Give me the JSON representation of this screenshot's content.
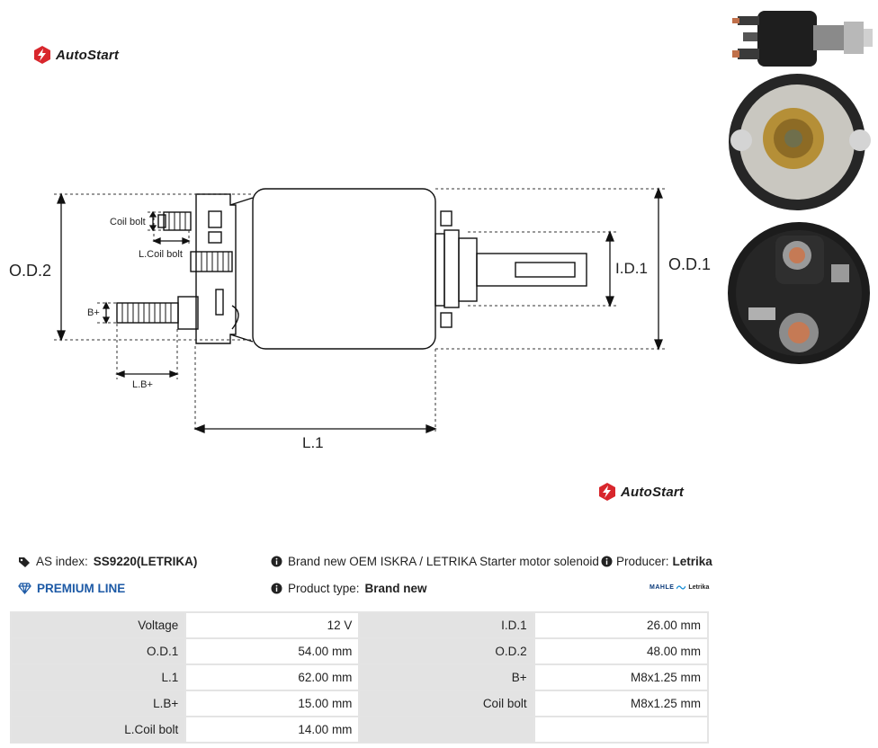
{
  "brand": {
    "name": "AutoStart"
  },
  "drawing": {
    "labels": {
      "od2": "O.D.2",
      "od1": "O.D.1",
      "id1": "I.D.1",
      "l1": "L.1",
      "lb": "L.B+",
      "bplus": "B+",
      "coil_bolt": "Coil bolt",
      "l_coil_bolt": "L.Coil bolt"
    }
  },
  "product": {
    "as_index_label": "AS index:",
    "as_index_value": "SS9220(LETRIKA)",
    "description": "Brand new OEM ISKRA / LETRIKA Starter motor solenoid",
    "producer_label": "Producer:",
    "producer_value": "Letrika",
    "premium_line": "PREMIUM LINE",
    "type_label": "Product type:",
    "type_value": "Brand new",
    "producer_logo_a": "MAHLE",
    "producer_logo_b": "Letrika"
  },
  "specs": [
    {
      "l1": "Voltage",
      "v1": "12 V",
      "l2": "I.D.1",
      "v2": "26.00 mm"
    },
    {
      "l1": "O.D.1",
      "v1": "54.00 mm",
      "l2": "O.D.2",
      "v2": "48.00 mm"
    },
    {
      "l1": "L.1",
      "v1": "62.00 mm",
      "l2": "B+",
      "v2": "M8x1.25 mm"
    },
    {
      "l1": "L.B+",
      "v1": "15.00 mm",
      "l2": "Coil bolt",
      "v2": "M8x1.25 mm"
    },
    {
      "l1": "L.Coil bolt",
      "v1": "14.00 mm",
      "l2": "",
      "v2": ""
    }
  ],
  "colors": {
    "logo_red": "#d8262c",
    "premium_blue": "#1d5aa6",
    "label_bg": "#e3e3e3"
  }
}
